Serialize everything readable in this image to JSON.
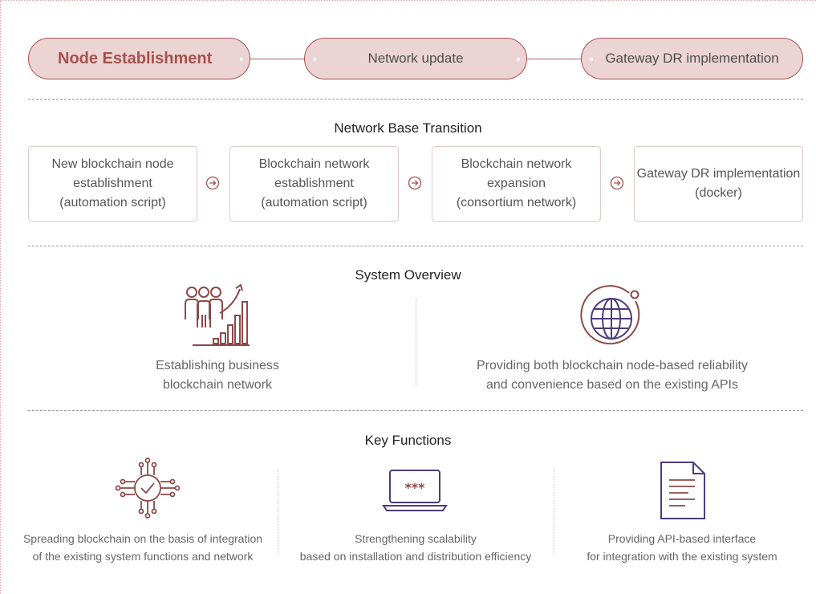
{
  "stages": [
    {
      "label": "Node Establishment"
    },
    {
      "label": "Network update"
    },
    {
      "label": "Gateway DR implementation"
    }
  ],
  "network_base": {
    "title": "Network Base Transition",
    "steps": [
      {
        "lines": [
          "New blockchain node",
          "establishment",
          "(automation script)"
        ]
      },
      {
        "lines": [
          "Blockchain network",
          "establishment",
          "(automation script)"
        ]
      },
      {
        "lines": [
          "Blockchain network",
          "expansion",
          "(consortium network)"
        ]
      },
      {
        "lines": [
          "Gateway DR implementation",
          "(docker)"
        ]
      }
    ]
  },
  "system_overview": {
    "title": "System Overview",
    "items": [
      {
        "icon": "people-growth-icon",
        "lines": [
          "Establishing business",
          "blockchain network"
        ]
      },
      {
        "icon": "globe-icon",
        "lines": [
          "Providing both blockchain node-based reliability",
          "and convenience based on the existing APIs"
        ]
      }
    ]
  },
  "key_functions": {
    "title": "Key Functions",
    "items": [
      {
        "icon": "circuit-check-icon",
        "lines": [
          "Spreading blockchain on the basis of integration",
          "of the existing system functions and network"
        ]
      },
      {
        "icon": "laptop-password-icon",
        "lines": [
          "Strengthening scalability",
          "based on installation and distribution efficiency"
        ]
      },
      {
        "icon": "document-icon",
        "lines": [
          "Providing API-based interface",
          "for integration with the existing system"
        ]
      }
    ]
  },
  "colors": {
    "accent": "#a8514e",
    "pill_fill": "#ebd4d3",
    "icon_purple": "#4e3b7a",
    "icon_brown": "#8c4a47"
  }
}
